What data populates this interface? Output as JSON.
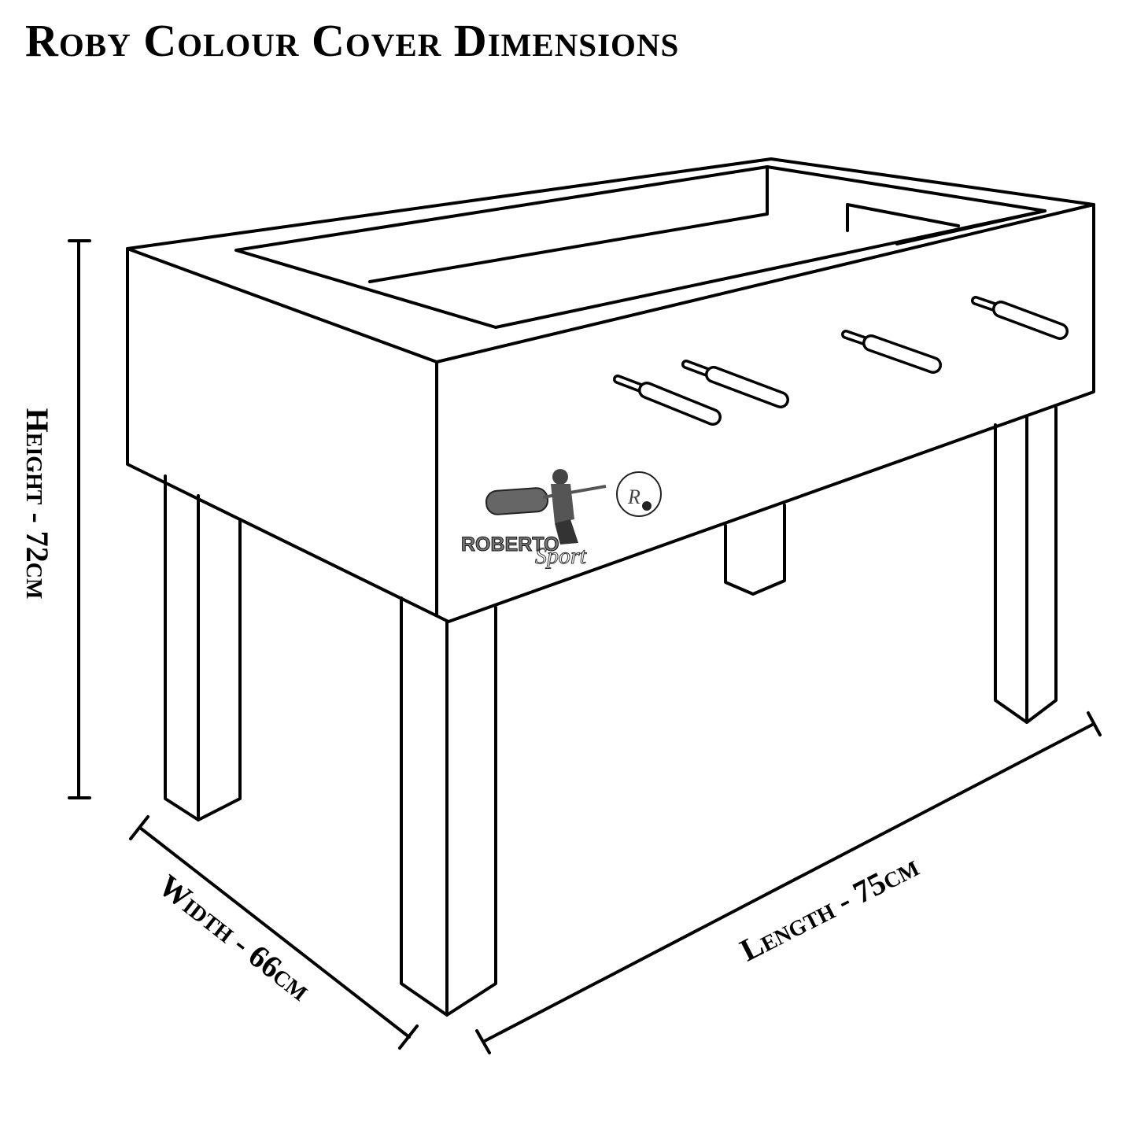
{
  "title": "Roby Colour Cover Dimensions",
  "dimensions": {
    "height": "Height - 72cm",
    "width": "Width - 66cm",
    "length": "Length - 75cm"
  },
  "logo": {
    "brand": "ROBERTO",
    "sub": "Sport"
  },
  "colors": {
    "line": "#000000",
    "background": "#ffffff"
  }
}
